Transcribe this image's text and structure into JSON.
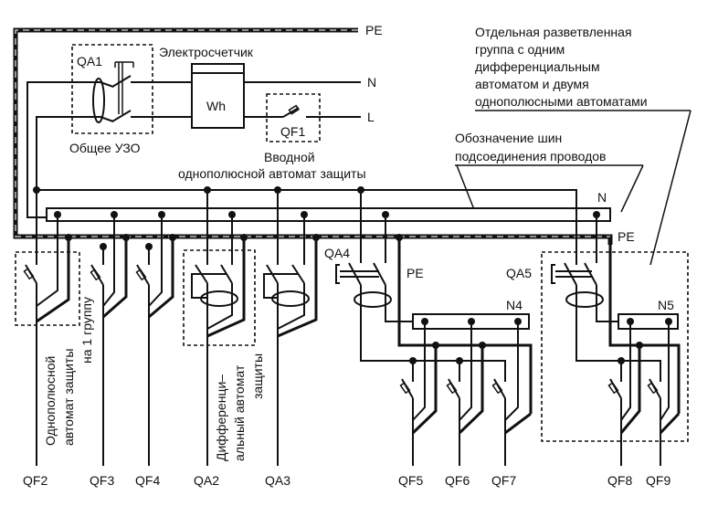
{
  "diagram": {
    "lines": {
      "pe": "PE",
      "n": "N",
      "l": "L"
    },
    "components": {
      "rcd_main": "QA1",
      "rcd_main_caption": "Общее УЗО",
      "meter_title": "Электросчетчик",
      "meter_symbol": "Wh",
      "input_breaker": "QF1",
      "input_breaker_caption_1": "Вводной",
      "input_breaker_caption_2": "однополюсной автомат защиты"
    },
    "callouts": {
      "group_note": [
        "Отдельная разветвленная",
        "группа с одним",
        "дифференциальным",
        "автоматом и двумя",
        "однополюсными автоматами"
      ],
      "bus_note": [
        "Обозначение шин",
        "подсоединения проводов"
      ]
    },
    "bus_labels": {
      "main_n": "N",
      "main_pe": "PE",
      "qa4_pe": "PE",
      "n4": "N4",
      "n5": "N5",
      "qa4": "QA4",
      "qa5": "QA5"
    },
    "vertical_notes": {
      "qf2_note": [
        "Однополюсной",
        "автомат защиты",
        "на 1 группу"
      ],
      "qa2_note": [
        "Дифференци–",
        "альный автомат",
        "защиты"
      ]
    },
    "outputs": [
      "QF2",
      "QF3",
      "QF4",
      "QA2",
      "QA3",
      "QF5",
      "QF6",
      "QF7",
      "QF8",
      "QF9"
    ]
  }
}
